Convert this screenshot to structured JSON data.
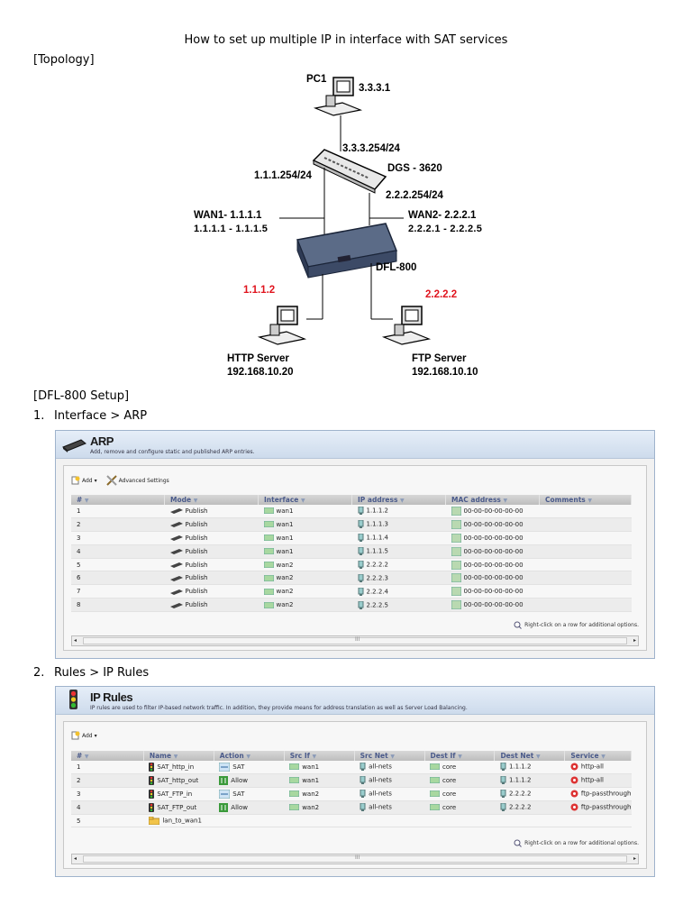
{
  "doc": {
    "title": "How to set up multiple IP in interface with SAT services",
    "topology_label": "[Topology]",
    "setup_label": "[DFL-800 Setup]",
    "steps": [
      {
        "num": "1.",
        "label": "Interface > ARP"
      },
      {
        "num": "2.",
        "label": "Rules > IP Rules"
      }
    ]
  },
  "topology": {
    "pc1_label": "PC1",
    "pc1_ip": "3.3.3.1",
    "switch_up_ip": "3.3.3.254/24",
    "switch_name": "DGS - 3620",
    "left_link_ip": "1.1.1.254/24",
    "right_link_ip": "2.2.2.254/24",
    "wan1_label": "WAN1- 1.1.1.1",
    "wan1_range": "1.1.1.1  -  1.1.1.5",
    "wan2_label": "WAN2- 2.2.2.1",
    "wan2_range": "2.2.2.1  -  2.2.2.5",
    "firewall_name": "DFL-800",
    "http_pub_ip": "1.1.1.2",
    "ftp_pub_ip": "2.2.2.2",
    "http_server_label": "HTTP Server",
    "http_server_ip": "192.168.10.20",
    "ftp_server_label": "FTP Server",
    "ftp_server_ip": "192.168.10.10",
    "highlight_color": "#e0141e"
  },
  "arp": {
    "title": "ARP",
    "description": "Add, remove and configure static and published ARP entries.",
    "toolbar": {
      "add": "Add",
      "advanced": "Advanced Settings"
    },
    "columns": [
      "#",
      "Mode",
      "Interface",
      "IP address",
      "MAC address",
      "Comments"
    ],
    "rows": [
      [
        "1",
        "Publish",
        "wan1",
        "1.1.1.2",
        "00-00-00-00-00-00",
        ""
      ],
      [
        "2",
        "Publish",
        "wan1",
        "1.1.1.3",
        "00-00-00-00-00-00",
        ""
      ],
      [
        "3",
        "Publish",
        "wan1",
        "1.1.1.4",
        "00-00-00-00-00-00",
        ""
      ],
      [
        "4",
        "Publish",
        "wan1",
        "1.1.1.5",
        "00-00-00-00-00-00",
        ""
      ],
      [
        "5",
        "Publish",
        "wan2",
        "2.2.2.2",
        "00-00-00-00-00-00",
        ""
      ],
      [
        "6",
        "Publish",
        "wan2",
        "2.2.2.3",
        "00-00-00-00-00-00",
        ""
      ],
      [
        "7",
        "Publish",
        "wan2",
        "2.2.2.4",
        "00-00-00-00-00-00",
        ""
      ],
      [
        "8",
        "Publish",
        "wan2",
        "2.2.2.5",
        "00-00-00-00-00-00",
        ""
      ]
    ],
    "hint": "Right-click on a row for additional options.",
    "scroll_grip": "III"
  },
  "iprules": {
    "title": "IP Rules",
    "description": "IP rules are used to filter IP-based network traffic. In addition, they provide means for address translation as well as Server Load Balancing.",
    "toolbar": {
      "add": "Add"
    },
    "columns": [
      "#",
      "Name",
      "Action",
      "Src If",
      "Src Net",
      "Dest If",
      "Dest Net",
      "Service"
    ],
    "rows": [
      [
        "1",
        "SAT_http_in",
        "SAT",
        "wan1",
        "all-nets",
        "core",
        "1.1.1.2",
        "http-all"
      ],
      [
        "2",
        "SAT_http_out",
        "Allow",
        "wan1",
        "all-nets",
        "core",
        "1.1.1.2",
        "http-all"
      ],
      [
        "3",
        "SAT_FTP_in",
        "SAT",
        "wan2",
        "all-nets",
        "core",
        "2.2.2.2",
        "ftp-passthrough"
      ],
      [
        "4",
        "SAT_FTP_out",
        "Allow",
        "wan2",
        "all-nets",
        "core",
        "2.2.2.2",
        "ftp-passthrough"
      ]
    ],
    "folder_row": {
      "num": "5",
      "name": "lan_to_wan1"
    },
    "hint": "Right-click on a row for additional options.",
    "scroll_grip": "III"
  }
}
